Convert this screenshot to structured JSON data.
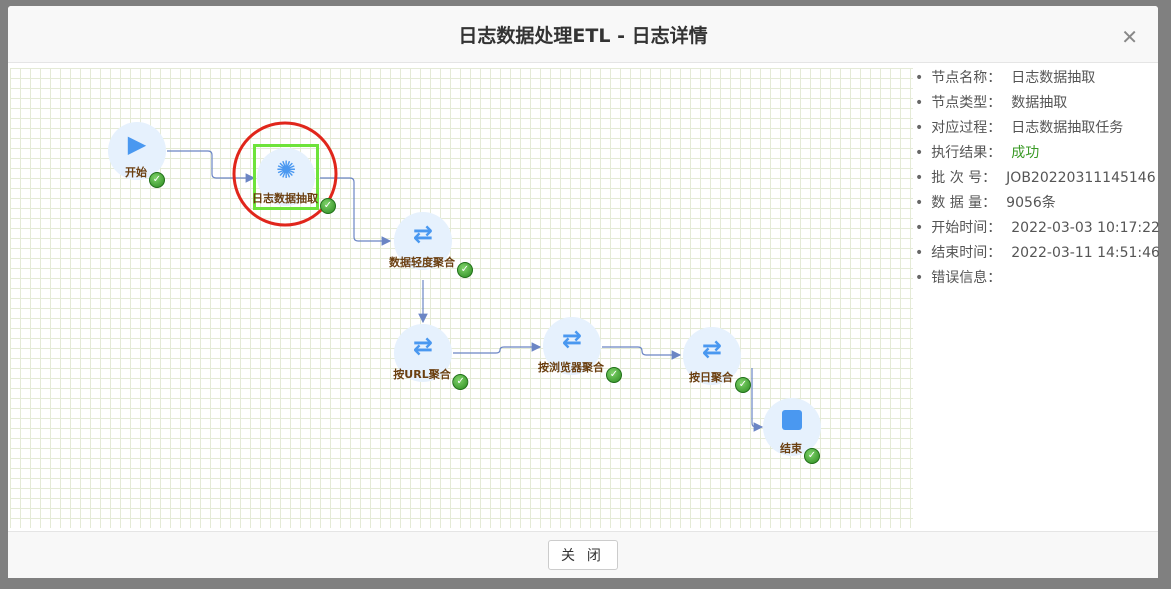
{
  "dialog": {
    "title": "日志数据处理ETL - 日志详情",
    "close_label": "关 闭"
  },
  "flow": {
    "nodes": [
      {
        "label": "开始",
        "icon": "play-icon",
        "status": "success"
      },
      {
        "label": "日志数据抽取",
        "icon": "pinwheel-icon",
        "status": "success",
        "selected": true
      },
      {
        "label": "数据轻度聚合",
        "icon": "swap-icon",
        "status": "success"
      },
      {
        "label": "按URL聚合",
        "icon": "swap-icon",
        "status": "success"
      },
      {
        "label": "按浏览器聚合",
        "icon": "swap-icon",
        "status": "success"
      },
      {
        "label": "按日聚合",
        "icon": "swap-icon",
        "status": "success"
      },
      {
        "label": "结束",
        "icon": "stop-icon",
        "status": "success"
      }
    ]
  },
  "details": [
    {
      "key": "节点名称：",
      "value": "日志数据抽取"
    },
    {
      "key": "节点类型：",
      "value": "数据抽取"
    },
    {
      "key": "对应过程：",
      "value": "日志数据抽取任务"
    },
    {
      "key": "执行结果：",
      "value": "成功"
    },
    {
      "key": "批 次 号：",
      "value": "JOB20220311145146"
    },
    {
      "key": "数 据 量：",
      "value": "9056条"
    },
    {
      "key": "开始时间：",
      "value": "2022-03-03 10:17:22"
    },
    {
      "key": "结束时间：",
      "value": "2022-03-11 14:51:46"
    },
    {
      "key": "错误信息：",
      "value": ""
    }
  ],
  "colors": {
    "success": "#3a9a26",
    "node_icon": "#4a98f0",
    "selection_box": "#6ee33a",
    "highlight_circle": "#e0261b",
    "edge": "#6b85c4"
  }
}
